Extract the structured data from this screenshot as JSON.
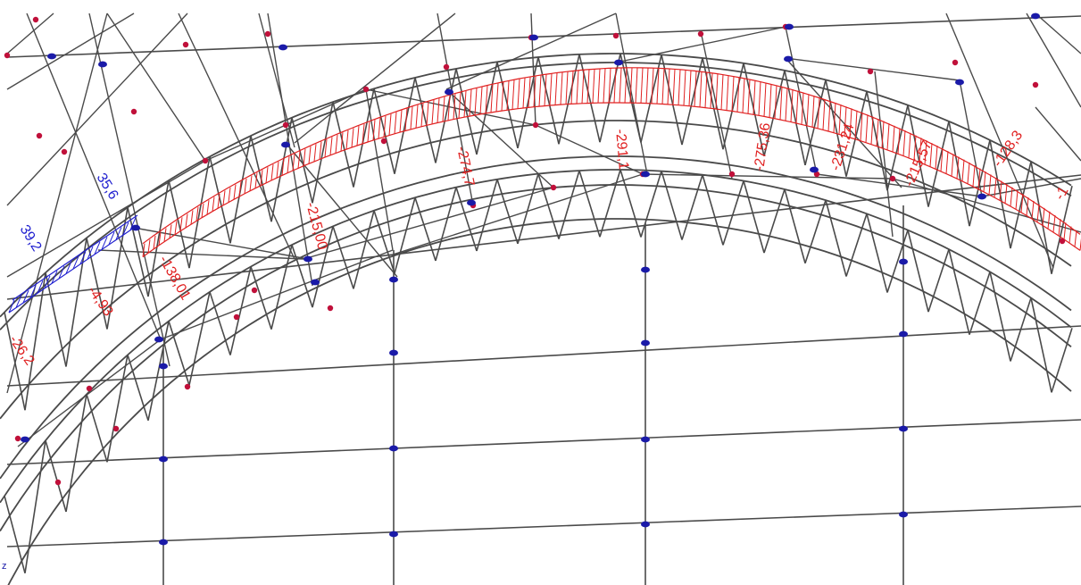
{
  "colors": {
    "member": "#4a4a4a",
    "compression": "#e02020",
    "tension": "#2020d0",
    "node_red": "#c0103a",
    "node_blue": "#1a1aa8",
    "background": "#ffffff"
  },
  "force_labels": {
    "tension": [
      "39,2",
      "35,6"
    ],
    "compression": [
      "-26,2",
      "-4,93",
      "-138,01",
      "-215,00",
      "-274,7",
      "-291,1",
      "-275,36",
      "-231,24",
      "-215,57",
      "-128,3",
      "-1"
    ]
  },
  "axis_marker": "z"
}
